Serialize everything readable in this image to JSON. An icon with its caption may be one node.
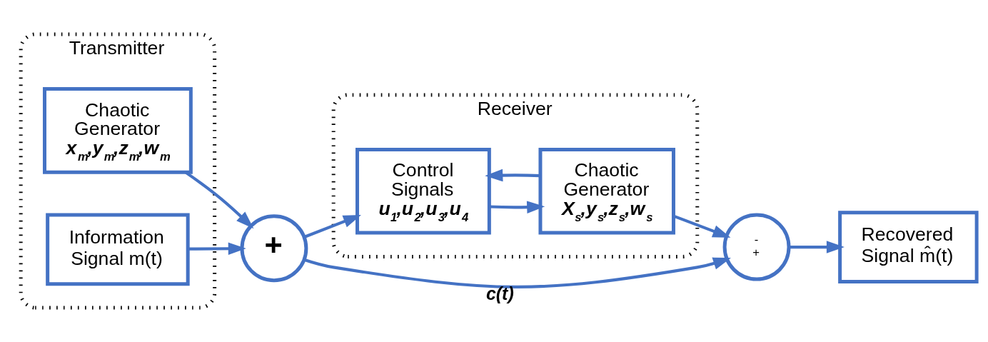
{
  "diagram": {
    "nodes": [
      {
        "text": [
          "Transmitter"
        ]
      },
      {
        "text": [
          "Chaotic Generator",
          "x$_{m}$,y$_{m}$,z$_{m}$,w$_{m}$"
        ],
        "in": 0
      },
      {
        "text": [
          "Information Signal m(t)"
        ],
        "in": 0
      },
      {
        "text": [
          "+"
        ]
      },
      {
        "text": [
          "Receiver"
        ]
      },
      {
        "text": [
          "Control Signals",
          "u$_{1}$,u$_{2}$,u$_{3}$,u$_{4}$"
        ],
        "in": 4
      },
      {
        "text": [
          "Chaotic Generator",
          "X$_{s}$,y$_{s}$,z$_{s}$,w$_{s}$"
        ],
        "in": 4
      },
      {
        "text": [
          "-",
          "+"
        ]
      },
      {
        "text": [
          "Recovered Signal m̂(t)"
        ]
      }
    ],
    "edges": [
      {
        "from": 1,
        "to": 3,
        "arrow": "to"
      },
      {
        "from": 2,
        "to": 3,
        "arrow": "to"
      },
      {
        "from": 3,
        "to": 5,
        "arrow": "to"
      },
      {
        "from": 5,
        "to": 6,
        "arrow": "to"
      },
      {
        "from": 6,
        "to": 5,
        "arrow": "to"
      },
      {
        "from": 6,
        "to": 7,
        "arrow": "to"
      },
      {
        "from": 3,
        "to": 7,
        "arrow": "to",
        "label": "c(t)"
      },
      {
        "from": 7,
        "to": 8,
        "arrow": "to"
      }
    ]
  }
}
